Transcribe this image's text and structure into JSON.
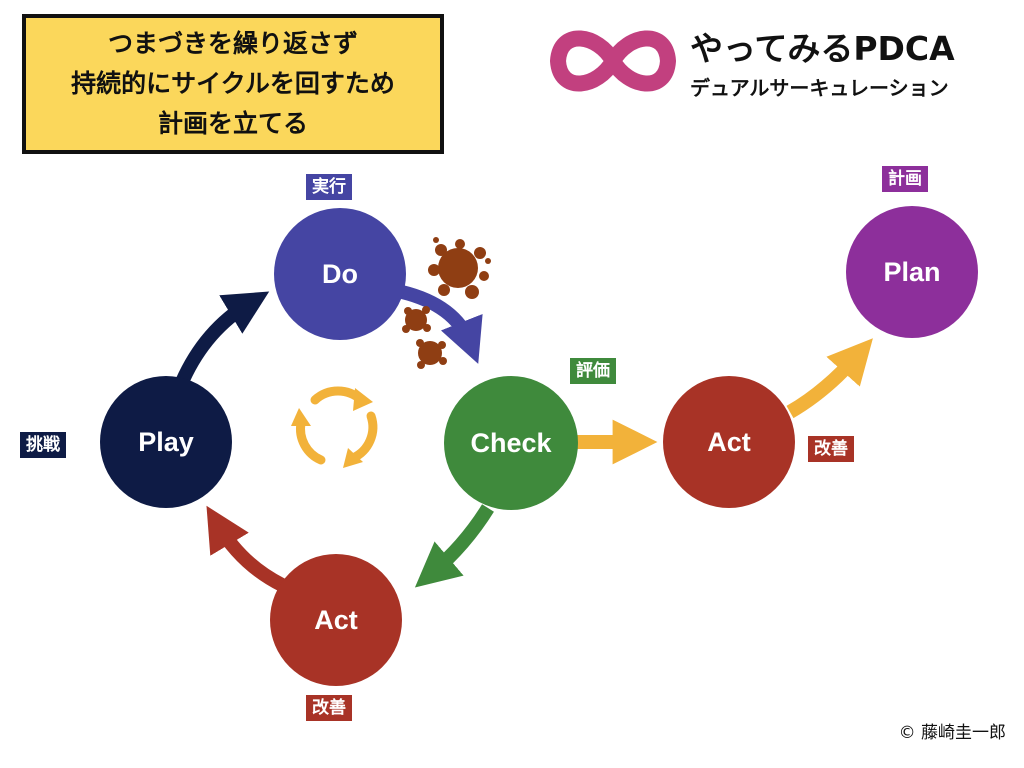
{
  "title_box": {
    "lines": [
      "つまづきを繰り返さず",
      "持続的にサイクルを回すため",
      "計画を立てる"
    ]
  },
  "brand": {
    "title": "やってみるPDCA",
    "subtitle": "デュアルサーキュレーション",
    "logo_icon": "infinity-icon",
    "logo_color": "#c2407f"
  },
  "nodes": {
    "do": {
      "label": "Do",
      "tag": "実行",
      "color": "#4545a3"
    },
    "check": {
      "label": "Check",
      "tag": "評価",
      "color": "#3f8a3c"
    },
    "act_main": {
      "label": "Act",
      "tag": "改善",
      "color": "#a83326"
    },
    "play": {
      "label": "Play",
      "tag": "挑戦",
      "color": "#0e1b45"
    },
    "act_bottom": {
      "label": "Act",
      "tag": "改善",
      "color": "#a83326"
    },
    "plan": {
      "label": "Plan",
      "tag": "計画",
      "color": "#8d2f9b"
    }
  },
  "icons": {
    "cycle": "refresh-cycle-icon",
    "cycle_color": "#f2b23a",
    "splats": "splat-icon",
    "splat_color": "#8f3e13"
  },
  "arrow_colors": {
    "play_to_do": "#0e1b45",
    "do_to_check": "#4545a3",
    "check_to_act_bottom": "#3f8a3c",
    "act_bottom_to_play": "#a83326",
    "check_to_act": "#f2b23a",
    "act_to_plan": "#f2b23a"
  },
  "credit": "© 藤崎圭一郎"
}
